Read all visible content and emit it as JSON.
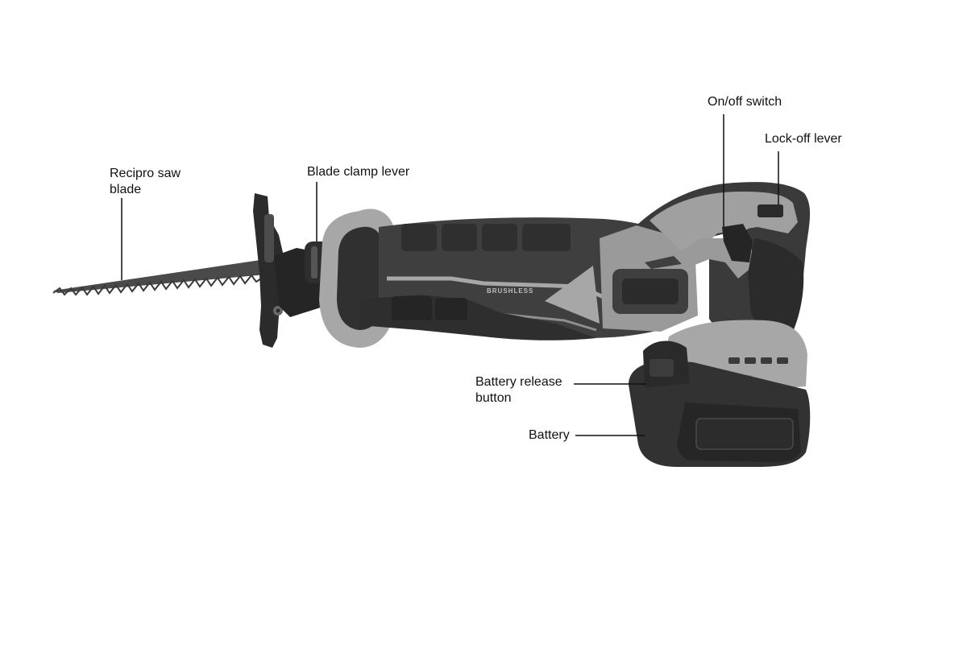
{
  "labels": {
    "recipro_saw_blade": {
      "line1": "Recipro saw",
      "line2": "blade"
    },
    "blade_clamp_lever": "Blade clamp lever",
    "on_off_switch": "On/off switch",
    "lock_off_lever": "Lock-off lever",
    "battery_release_button": {
      "line1": "Battery release",
      "line2": "button"
    },
    "battery": "Battery"
  },
  "body_marking": "BRUSHLESS",
  "colors": {
    "background": "#ffffff",
    "body_dark": "#3f3f3f",
    "body_black": "#262626",
    "trim_grey": "#a7a7a7",
    "blade": "#4a4a4a",
    "leader_line": "#111111"
  }
}
